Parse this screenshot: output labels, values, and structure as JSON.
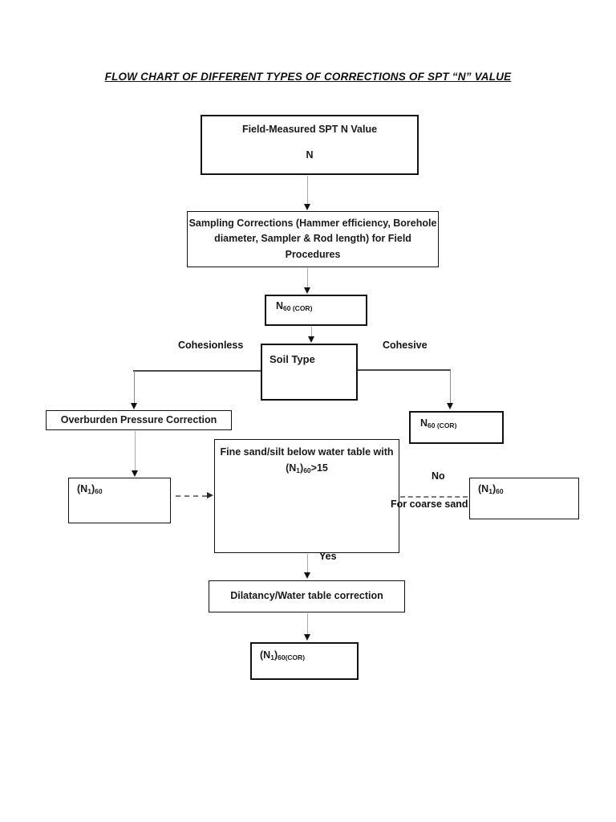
{
  "title": "FLOW CHART OF DIFFERENT TYPES OF CORRECTIONS OF SPT “N” VALUE",
  "boxes": {
    "field_measured": {
      "line1": "Field-Measured SPT N Value",
      "line2": "N"
    },
    "sampling": {
      "line1": "Sampling Corrections (Hammer efficiency, Borehole",
      "line2": "diameter, Sampler & Rod length) for Field",
      "line3": "Procedures"
    },
    "n60_cor_top": {
      "formula": [
        {
          "v": "N"
        },
        {
          "v": "60 (COR)",
          "sub": true
        }
      ]
    },
    "soil_type": {
      "label": "Soil Type"
    },
    "overburden": {
      "label": "Overburden Pressure Correction"
    },
    "n160_left": {
      "formula": [
        {
          "v": "(N"
        },
        {
          "v": "1",
          "sub": true
        },
        {
          "v": ")"
        },
        {
          "v": "60",
          "sub": true
        }
      ]
    },
    "n60_cor_right": {
      "formula": [
        {
          "v": "N"
        },
        {
          "v": "60 (COR)",
          "sub": true
        }
      ]
    },
    "fine_sand": {
      "line1": "Fine sand/silt below water table with",
      "formula": [
        {
          "v": "(N"
        },
        {
          "v": "1",
          "sub": true
        },
        {
          "v": ")"
        },
        {
          "v": "60",
          "sub": true
        },
        {
          "v": ">15"
        }
      ]
    },
    "n160_right": {
      "formula": [
        {
          "v": "(N"
        },
        {
          "v": "1",
          "sub": true
        },
        {
          "v": ")"
        },
        {
          "v": "60",
          "sub": true
        }
      ]
    },
    "dilatancy": {
      "label": "Dilatancy/Water table correction"
    },
    "n160_cor_final": {
      "formula": [
        {
          "v": "(N"
        },
        {
          "v": "1",
          "sub": true
        },
        {
          "v": ")"
        },
        {
          "v": "60(COR)",
          "sub": true
        }
      ]
    }
  },
  "labels": {
    "cohesionless": "Cohesionless",
    "cohesive": "Cohesive",
    "no": "No",
    "for_coarse_sand": "For coarse sand",
    "yes": "Yes"
  },
  "colors": {
    "background": "#ffffff",
    "box_border": "#111111",
    "text": "#1a1a1a",
    "connector_gray": "#ababab",
    "branch_line": "#4a4a4a",
    "arrowhead": "#111111"
  }
}
